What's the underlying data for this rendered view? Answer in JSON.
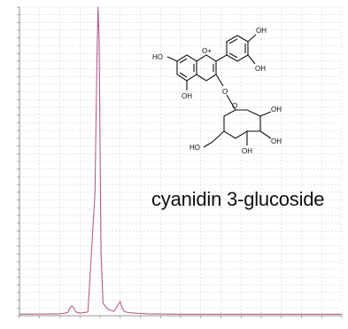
{
  "chart_data": {
    "type": "line",
    "title": "",
    "xlabel": "",
    "ylabel": "",
    "xlim": [
      0,
      16
    ],
    "ylim": [
      0,
      1
    ],
    "x_ticks": [],
    "y_ticks": [],
    "grid": true,
    "legend": "none",
    "series": [
      {
        "color": "#b0608a",
        "x": [
          0,
          2.0,
          2.4,
          2.5,
          2.6,
          2.7,
          2.8,
          3.0,
          3.4,
          3.75,
          3.85,
          3.9,
          3.95,
          4.0,
          4.05,
          4.15,
          4.4,
          4.7,
          4.85,
          5.0,
          5.05,
          5.1,
          5.2,
          5.4,
          5.8,
          6.4,
          8.0,
          10.0,
          12.0,
          14.0,
          16.0
        ],
        "y": [
          0.005,
          0.006,
          0.01,
          0.025,
          0.032,
          0.025,
          0.012,
          0.008,
          0.012,
          0.4,
          0.85,
          1.0,
          0.9,
          0.55,
          0.2,
          0.04,
          0.02,
          0.014,
          0.03,
          0.046,
          0.036,
          0.024,
          0.014,
          0.01,
          0.008,
          0.006,
          0.005,
          0.005,
          0.005,
          0.005,
          0.005
        ]
      }
    ]
  },
  "structure": {
    "caption": "cyanidin 3-glucoside",
    "labels": {
      "ho_a": "HO",
      "o_ring": "O+",
      "oh_b1": "OH",
      "oh_b2": "OH",
      "oh_a5": "OH",
      "o_glyc": "O",
      "o_sugar": "O",
      "ho_ch2": "HO",
      "oh_s1": "OH",
      "oh_s2": "OH",
      "oh_s3": "OH"
    }
  },
  "colors": {
    "trace": "#b0608a",
    "grid": "#d0d4e4",
    "axis": "#7a7a7a",
    "background": "#ffffff"
  }
}
